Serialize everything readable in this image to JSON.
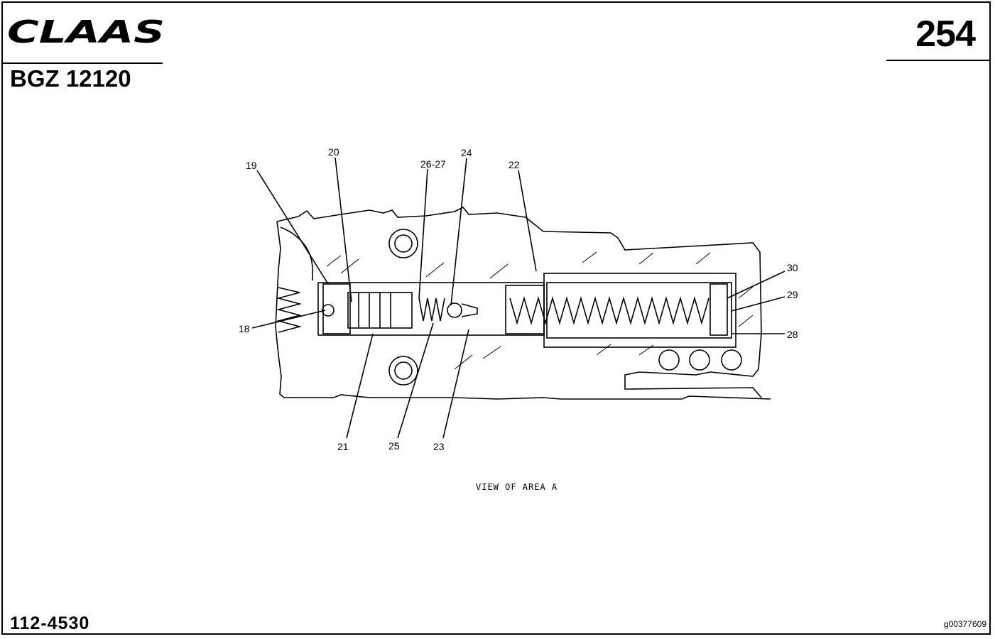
{
  "header": {
    "brand": "CLAAS",
    "page_number": "254",
    "model_code": "BGZ 12120"
  },
  "footer": {
    "doc_number": "112-4530",
    "image_id": "g00377609"
  },
  "diagram": {
    "caption": "VIEW OF AREA A",
    "callouts": {
      "c18": "18",
      "c19": "19",
      "c20": "20",
      "c21": "21",
      "c22": "22",
      "c23": "23",
      "c24": "24",
      "c25": "25",
      "c26_27": "26-27",
      "c28": "28",
      "c29": "29",
      "c30": "30"
    }
  },
  "colors": {
    "ink": "#000000",
    "paper": "#ffffff"
  }
}
